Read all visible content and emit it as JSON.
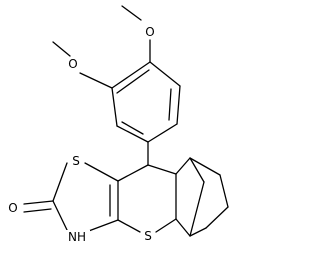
{
  "molecule": {
    "atoms": {
      "o_methoxy_upper": "O",
      "o_methoxy_lower": "O",
      "s_thiazole": "S",
      "s_thiopyran": "S",
      "o_carbonyl": "O",
      "nh": "NH"
    }
  }
}
